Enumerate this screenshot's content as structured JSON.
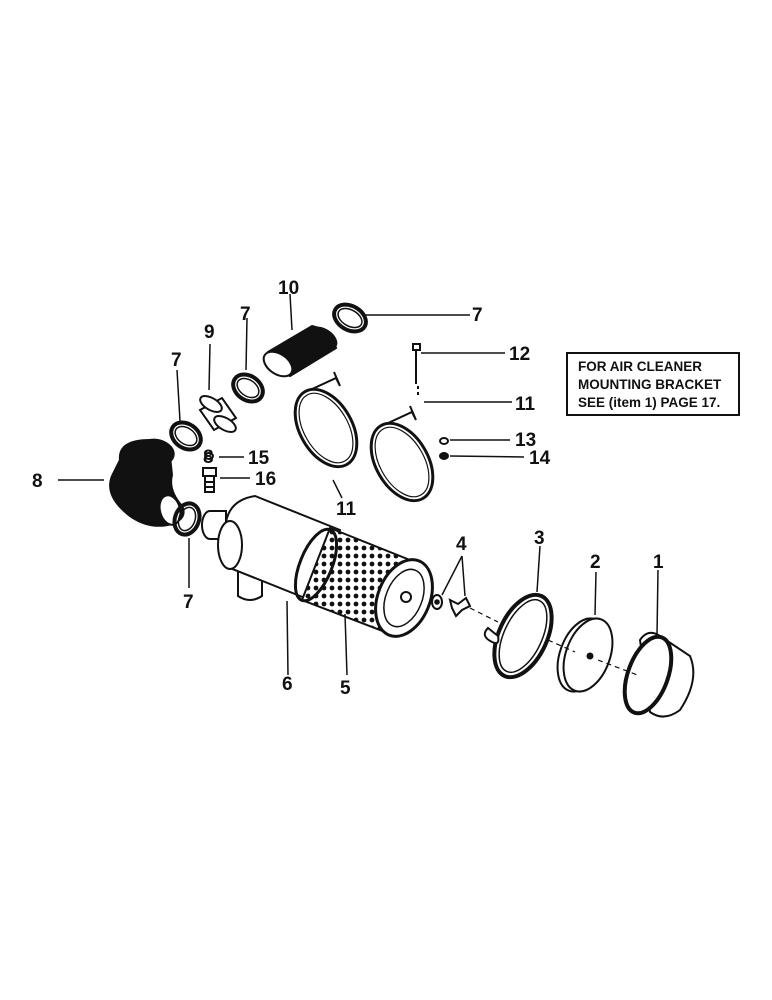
{
  "note": {
    "line1": "FOR AIR CLEANER",
    "line2": "MOUNTING BRACKET",
    "line3": "SEE (item 1) PAGE 17."
  },
  "callouts": {
    "c1": "1",
    "c2": "2",
    "c3": "3",
    "c4": "4",
    "c5": "5",
    "c6": "6",
    "c7a": "7",
    "c7b": "7",
    "c7c": "7",
    "c7d": "7",
    "c8a": "8",
    "c8b": "8",
    "c9": "9",
    "c10": "10",
    "c11a": "11",
    "c11b": "11",
    "c12": "12",
    "c13": "13",
    "c14": "14",
    "c15": "15",
    "c16": "16"
  },
  "parts": [
    "cover",
    "cover-plate",
    "clamp-ring",
    "wing-nut-washer",
    "filter-element",
    "air-cleaner-body",
    "hose-clamp",
    "elbow-hose",
    "adapter-sleeve",
    "hose",
    "mounting-band",
    "bolt",
    "lock-washer",
    "nut",
    "fitting-ring",
    "restriction-indicator"
  ]
}
